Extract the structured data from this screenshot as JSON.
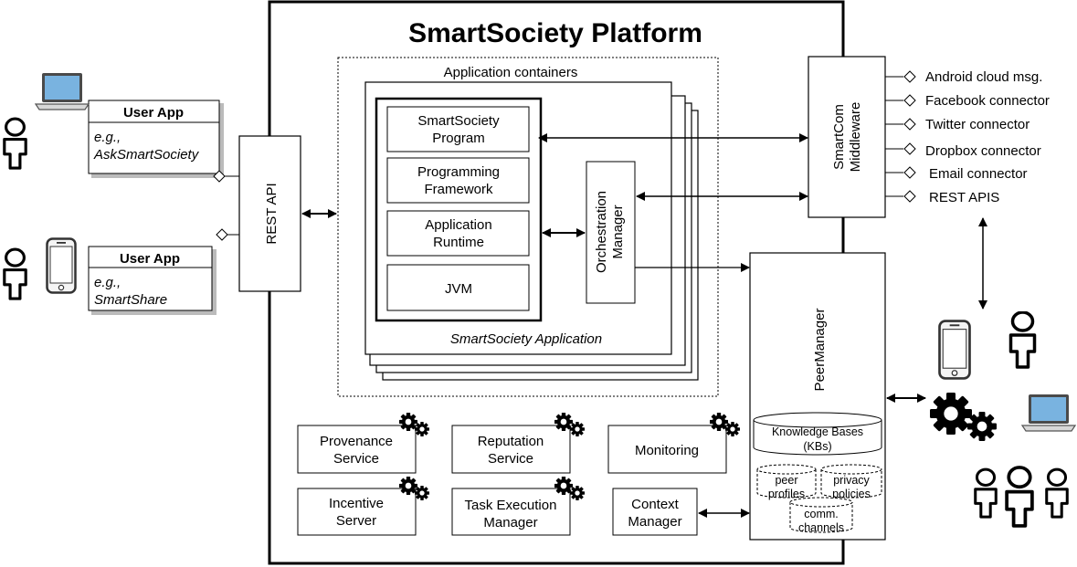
{
  "platform": {
    "title": "SmartSociety Platform",
    "rest_api": "REST API",
    "application_containers": "Application containers",
    "application": {
      "caption": "SmartSociety Application",
      "program": [
        "SmartSociety",
        "Program"
      ],
      "framework": [
        "Programming",
        "Framework"
      ],
      "runtime": [
        "Application",
        "Runtime"
      ],
      "jvm": "JVM"
    },
    "orchestration_manager": [
      "Orchestration",
      "Manager"
    ],
    "smartcom": [
      "SmartCom",
      "Middleware"
    ],
    "peer_manager": {
      "label": "PeerManager",
      "kbs": [
        "Knowledge Bases",
        "(KBs)"
      ],
      "peer_profiles": [
        "peer",
        "profiles"
      ],
      "privacy_policies": [
        "privacy",
        "policies"
      ],
      "comm_channels": [
        "comm.",
        "channels"
      ]
    },
    "services": {
      "provenance": [
        "Provenance",
        "Service"
      ],
      "reputation": [
        "Reputation",
        "Service"
      ],
      "monitoring": "Monitoring",
      "incentive": [
        "Incentive",
        "Server"
      ],
      "task_execution": [
        "Task Execution",
        "Manager"
      ],
      "context": [
        "Context",
        "Manager"
      ]
    }
  },
  "user_apps": [
    {
      "title": "User App",
      "example": [
        "e.g.,",
        "AskSmartSociety"
      ],
      "device_icon": "laptop-icon"
    },
    {
      "title": "User App",
      "example": [
        "e.g.,",
        "SmartShare"
      ],
      "device_icon": "smartphone-icon"
    }
  ],
  "connectors": [
    "Android cloud msg.",
    "Facebook connector",
    "Twitter connector",
    "Dropbox connector",
    "Email connector",
    "REST APIS"
  ],
  "icons": [
    "user-icon",
    "laptop-icon",
    "smartphone-icon",
    "gear-icon",
    "people-icon"
  ]
}
